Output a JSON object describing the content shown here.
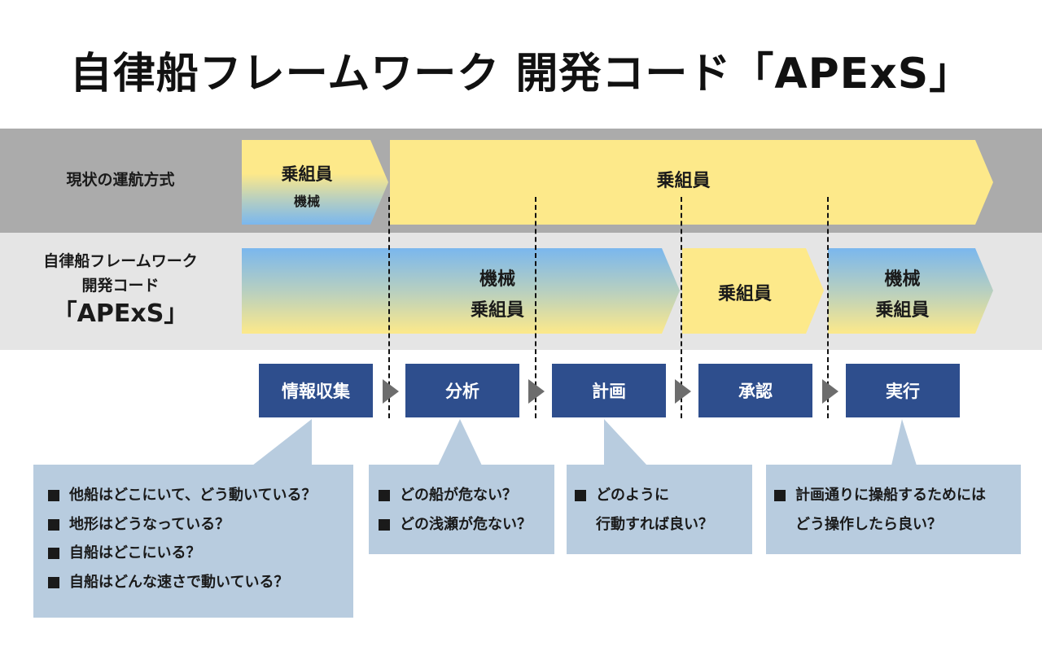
{
  "title": "自律船フレームワーク 開発コード「APExS」",
  "rows": {
    "current_label": "現状の運航方式",
    "apexs_label_line1": "自律船フレームワーク",
    "apexs_label_line2": "開発コード",
    "apexs_label_line3": "「APExS」"
  },
  "current_arrows": [
    {
      "line1": "乗組員",
      "line2": "機械"
    },
    {
      "line1": "乗組員"
    }
  ],
  "apexs_arrows": [
    {
      "line1": "機械",
      "line2": "乗組員"
    },
    {
      "line1": "乗組員"
    },
    {
      "line1": "機械",
      "line2": "乗組員"
    }
  ],
  "steps": [
    "情報収集",
    "分析",
    "計画",
    "承認",
    "実行"
  ],
  "callouts": [
    {
      "items": [
        "他船はどこにいて、どう動いている？",
        "地形はどうなっている？",
        "自船はどこにいる？",
        "自船はどんな速さで動いている？"
      ]
    },
    {
      "items": [
        "どの船が危ない？",
        "どの浅瀬が危ない？"
      ]
    },
    {
      "items": [
        "どのように",
        "行動すれば良い？"
      ]
    },
    {
      "items": [
        "計画通りに操船するためには",
        "どう操作したら良い？"
      ]
    }
  ],
  "colors": {
    "step_bg": "#2e4e8d",
    "callout_bg": "#b8ccdf",
    "crew_yellow": "#fde98a",
    "machine_blue": "#7ab7ee",
    "row_current_bg": "#ababab",
    "row_apexs_bg": "#e5e5e5"
  }
}
